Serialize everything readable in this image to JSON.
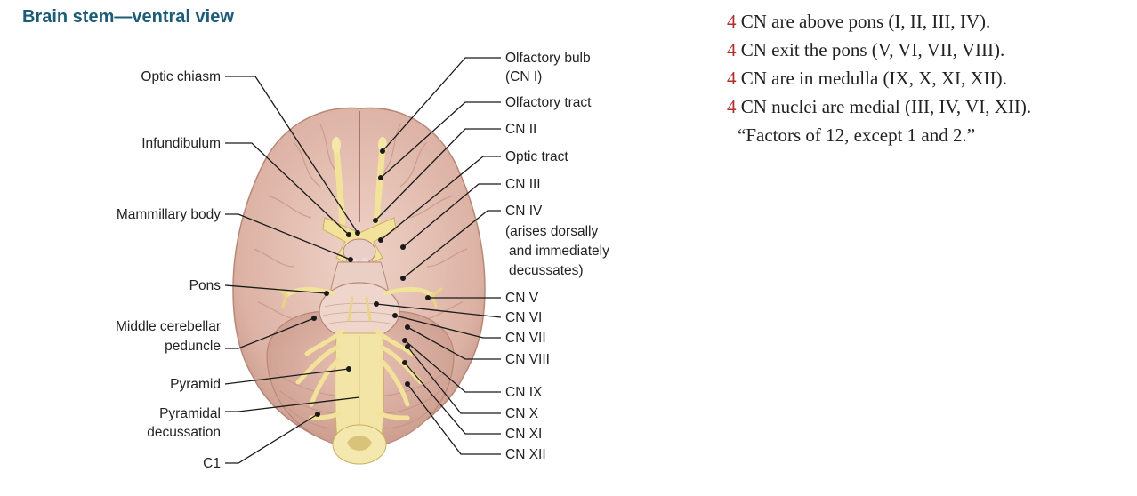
{
  "title": "Brain stem—ventral view",
  "left_labels": {
    "optic_chiasm": "Optic chiasm",
    "infundibulum": "Infundibulum",
    "mammillary_body": "Mammillary body",
    "pons": "Pons",
    "middle_cerebellar_1": "Middle cerebellar",
    "middle_cerebellar_2": "peduncle",
    "pyramid": "Pyramid",
    "pyramidal_decussation_1": "Pyramidal",
    "pyramidal_decussation_2": "decussation",
    "c1": "C1"
  },
  "right_labels": {
    "olfactory_bulb_1": "Olfactory bulb",
    "olfactory_bulb_2": "(CN I)",
    "olfactory_tract": "Olfactory tract",
    "cn2": "CN II",
    "optic_tract": "Optic tract",
    "cn3": "CN III",
    "cn4": "CN IV",
    "cn4_note_1": "(arises dorsally",
    "cn4_note_2": "and immediately",
    "cn4_note_3": "decussates)",
    "cn5": "CN V",
    "cn6": "CN VI",
    "cn7": "CN VII",
    "cn8": "CN VIII",
    "cn9": "CN IX",
    "cn10": "CN X",
    "cn11": "CN XI",
    "cn12": "CN XII"
  },
  "notes": [
    {
      "num": "4",
      "text": " CN are above pons (I, II, III, IV)."
    },
    {
      "num": "4",
      "text": " CN exit the pons (V, VI, VII, VIII)."
    },
    {
      "num": "4",
      "text": " CN are in medulla (IX, X, XI, XII)."
    },
    {
      "num": "4",
      "text": " CN nuclei are medial (III, IV, VI, XII)."
    }
  ],
  "quote": "“Factors of 12, except 1 and 2.”",
  "colors": {
    "title": "#1d5c77",
    "number": "#b0302c",
    "brain": "#e6c1b5",
    "nerve": "#f2e29a"
  }
}
